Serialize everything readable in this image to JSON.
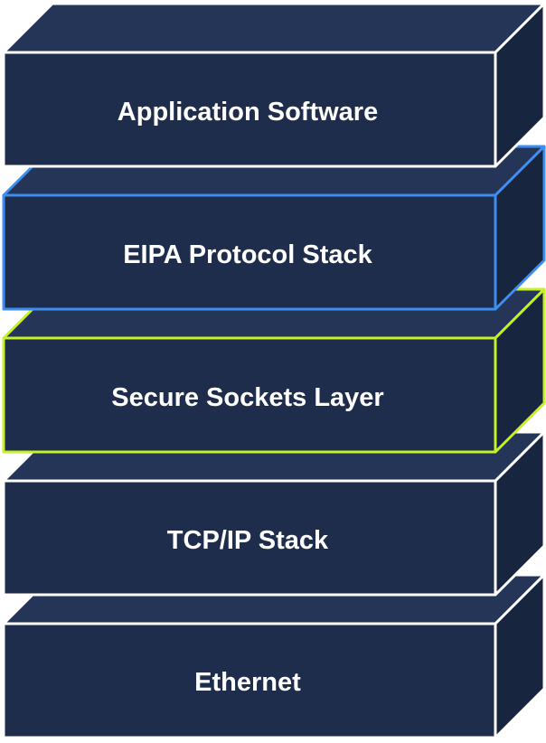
{
  "diagram": {
    "colors": {
      "block_fill": "#1e2d4b",
      "block_side": "#18253f",
      "block_top": "#243557",
      "default_border": "#ffffff",
      "text": "#ffffff"
    },
    "layers": [
      {
        "label": "Application Software",
        "border_color": "#ffffff"
      },
      {
        "label": "EIPA Protocol Stack",
        "border_color": "#3d8ef0"
      },
      {
        "label": "Secure Sockets Layer",
        "border_color": "#c5f02a"
      },
      {
        "label": "TCP/IP Stack",
        "border_color": "#ffffff"
      },
      {
        "label": "Ethernet",
        "border_color": "#ffffff"
      }
    ]
  }
}
